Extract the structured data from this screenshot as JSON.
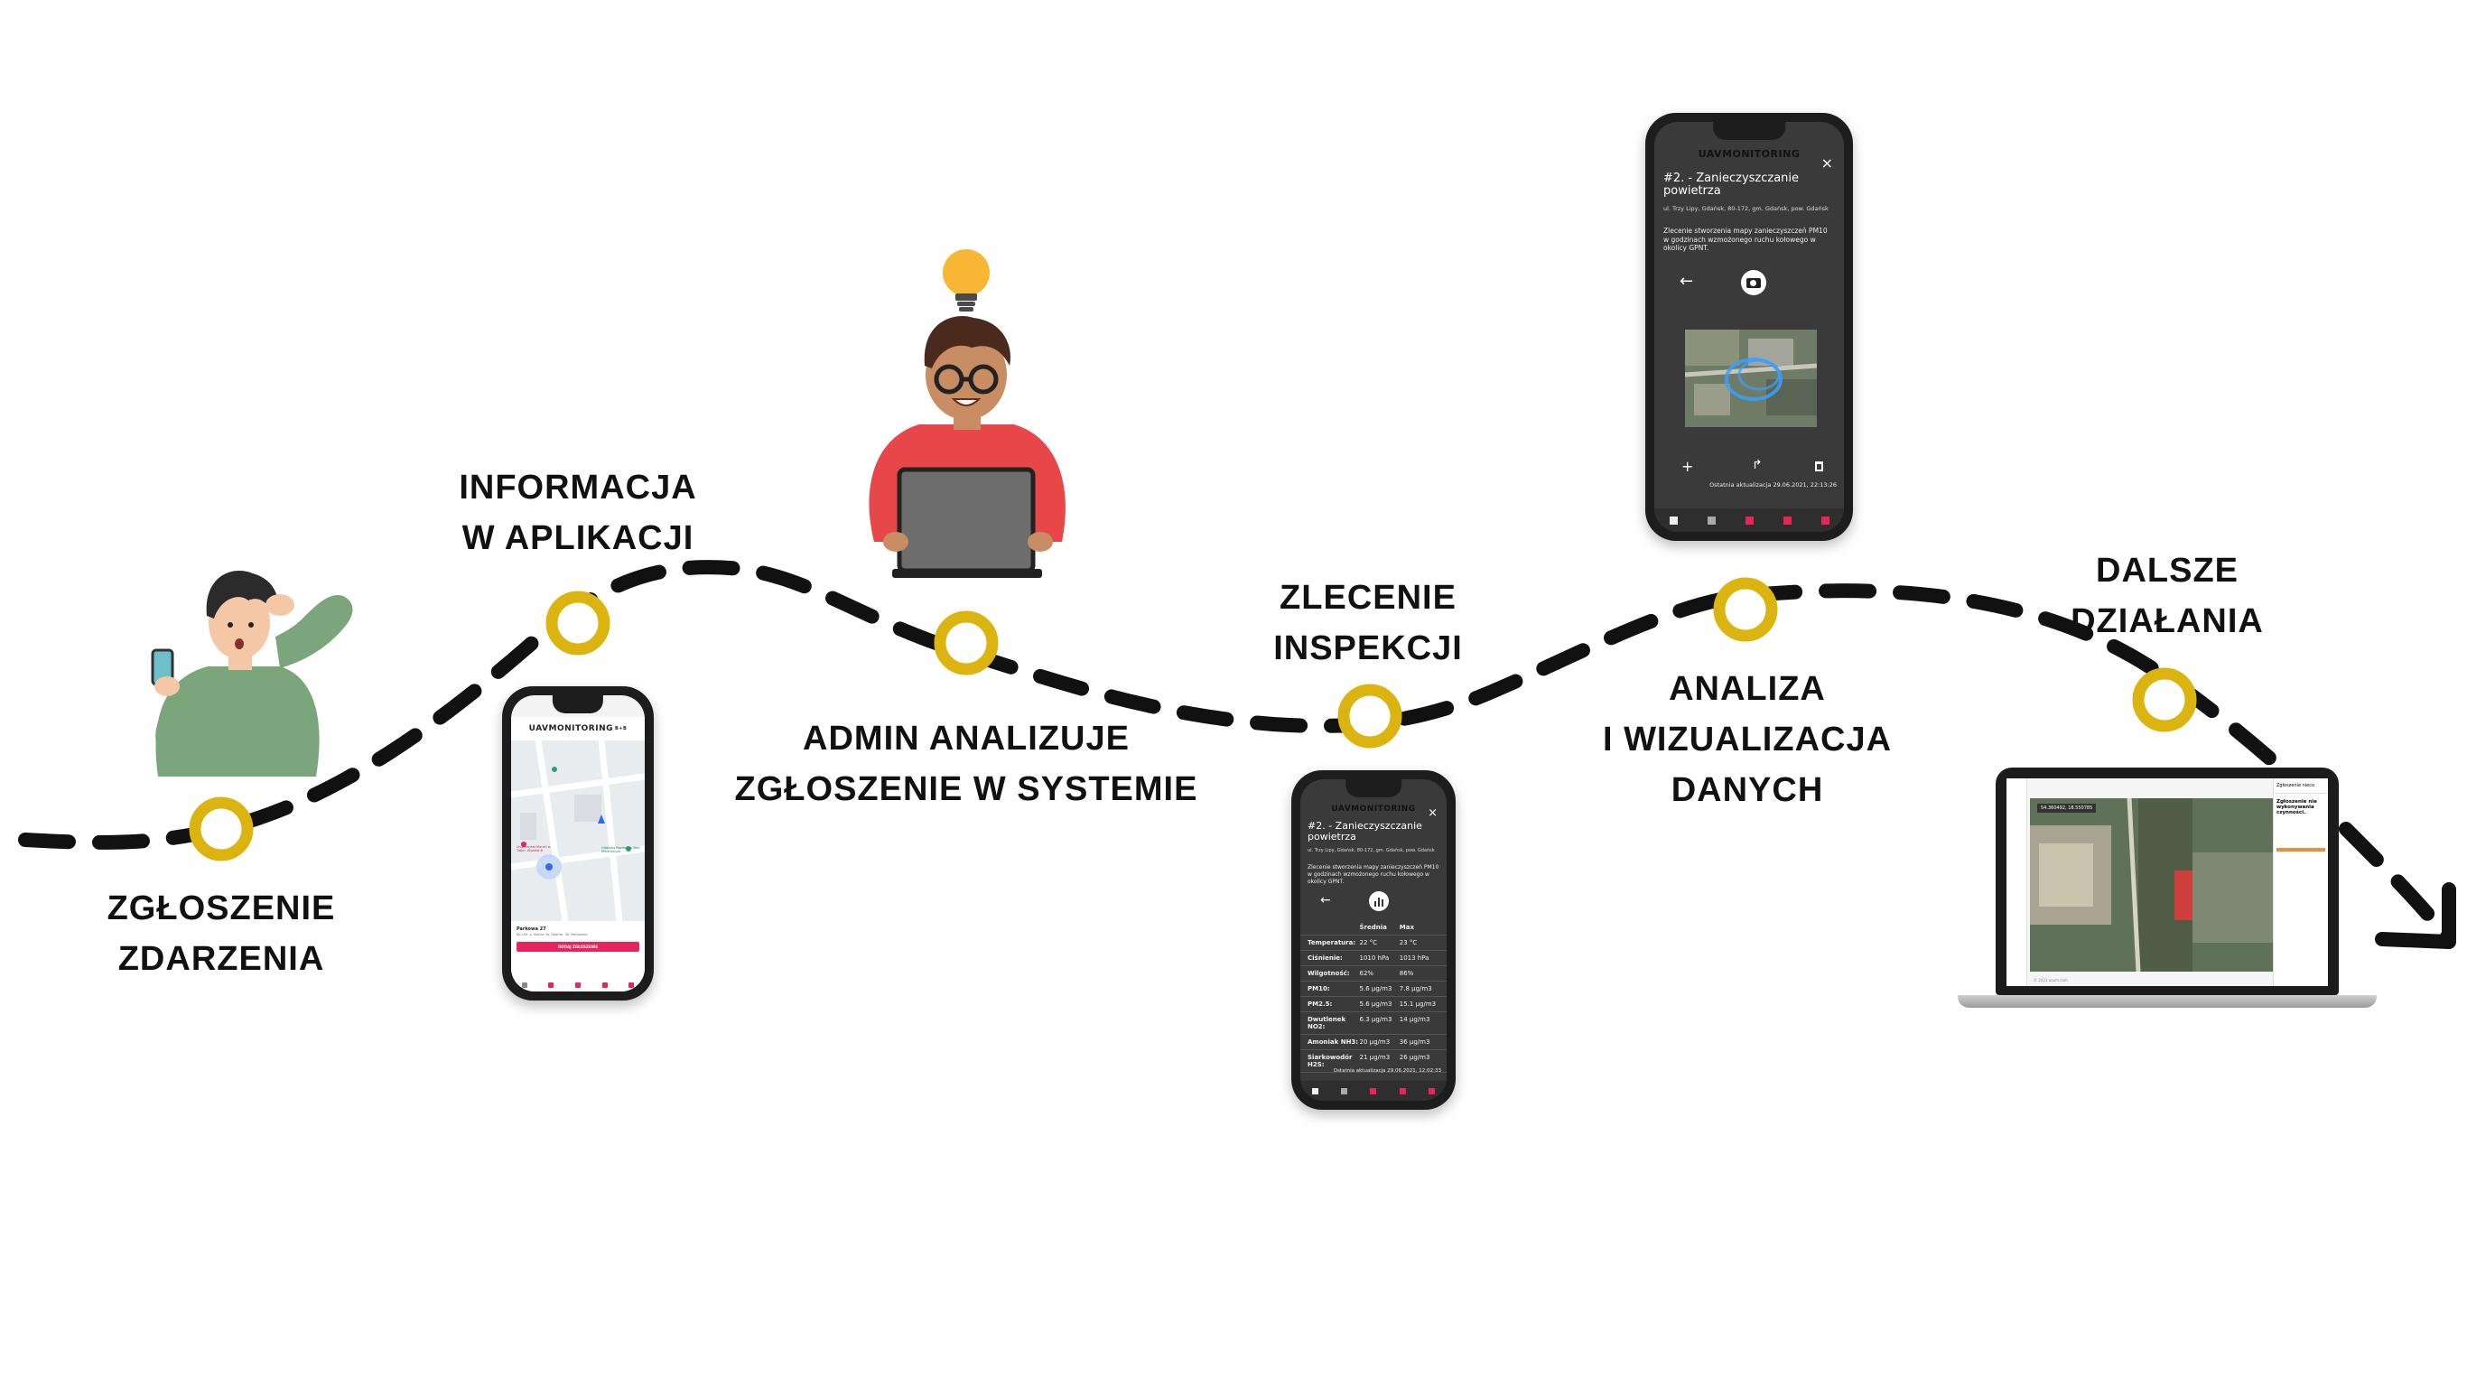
{
  "stages": [
    {
      "id": "zgloszenie",
      "lines": [
        "ZGŁOSZENIE",
        "ZDARZENIA"
      ]
    },
    {
      "id": "informacja",
      "lines": [
        "INFORMACJA",
        "W APLIKACJI"
      ]
    },
    {
      "id": "admin",
      "lines": [
        "ADMIN ANALIZUJE",
        "ZGŁOSZENIE W SYSTEMIE"
      ]
    },
    {
      "id": "zlecenie",
      "lines": [
        "ZLECENIE",
        "INSPEKCJI"
      ]
    },
    {
      "id": "analiza",
      "lines": [
        "ANALIZA",
        "I WIZUALIZACJA",
        "DANYCH"
      ]
    },
    {
      "id": "dalsze",
      "lines": [
        "DALSZE",
        "DZIAŁANIA"
      ]
    }
  ],
  "colors": {
    "path": "#111111",
    "marker": "#dcb410",
    "accent": "#e8245c",
    "shirt_green": "#7ba57a",
    "shirt_red": "#e8474a"
  },
  "phone_map": {
    "brand": "UAVMONITORING",
    "brand_sub": "B+B",
    "place_label": "Parkowa 27",
    "place_address": "80-100 ul. Słońca 3a, Gdańsk, 3a, Pomorskie",
    "action_button": "DODAJ ZGŁOSZENIE",
    "poi_1": "Uniwersytet Morski w Trójm. Wydział B",
    "poi_2": "Gdańska Rozlewnia Wód Mineralnych"
  },
  "phone_table": {
    "brand": "UAVMONITORING",
    "title": "#2. - Zanieczyszczanie powietrza",
    "address": "ul. Trzy Lipy, Gdańsk, 80-172, gm. Gdańsk, pow. Gdańsk",
    "description": "Zlecenie stworzenia mapy zanieczyszczeń PM10 w godzinach wzmożonego ruchu kołowego w okolicy GPNT.",
    "columns": [
      "",
      "Średnia",
      "Max"
    ],
    "rows": [
      [
        "Temperatura:",
        "22 °C",
        "23 °C"
      ],
      [
        "Ciśnienie:",
        "1010 hPa",
        "1013 hPa"
      ],
      [
        "Wilgotność:",
        "62%",
        "86%"
      ],
      [
        "PM10:",
        "5.6 μg/m3",
        "7.8 μg/m3"
      ],
      [
        "PM2.5:",
        "5.6 μg/m3",
        "15.1 μg/m3"
      ],
      [
        "Dwutlenek NO2:",
        "6.3 μg/m3",
        "14 μg/m3"
      ],
      [
        "Amoniak NH3:",
        "20 μg/m3",
        "36 μg/m3"
      ],
      [
        "Siarkowodór H2S:",
        "21 μg/m3",
        "26 μg/m3"
      ]
    ],
    "updated": "Ostatnia aktualizacja 29.06.2021, 12:02:33"
  },
  "phone_photo": {
    "brand": "UAVMONITORING",
    "title": "#2. - Zanieczyszczanie powietrza",
    "address": "ul. Trzy Lipy, Gdańsk, 80-172, gm. Gdańsk, pow. Gdańsk",
    "description": "Zlecenie stworzenia mapy zanieczyszczeń PM10 w godzinach wzmożonego ruchu kołowego w okolicy GPNT.",
    "updated": "Ostatnia aktualizacja 29.06.2021, 22:13:26"
  },
  "laptop": {
    "coords": "54.360492, 18.550785",
    "sidebar_title": "Zgłoszenie nieco",
    "alert_title": "Zgłoszenie nie wykonywania czynności.",
    "footer": "© 2021 uavm.com"
  },
  "icons": [
    "lightbulb-icon",
    "camera-icon",
    "chart-icon",
    "back-arrow-icon",
    "close-icon",
    "plus-icon",
    "share-icon",
    "trash-icon"
  ]
}
